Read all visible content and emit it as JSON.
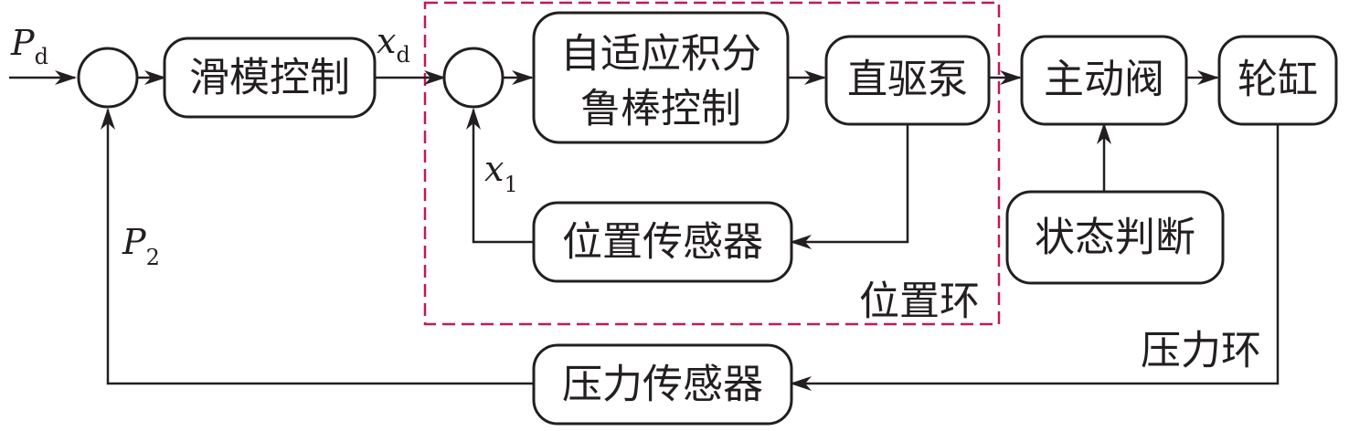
{
  "blocks": {
    "sliding_mode": "滑模控制",
    "adaptive_line1": "自适应积分",
    "adaptive_line2": "鲁棒控制",
    "direct_pump": "直驱泵",
    "active_valve": "主动阀",
    "wheel_cylinder": "轮缸",
    "position_sensor": "位置传感器",
    "state_judgment": "状态判断",
    "pressure_sensor": "压力传感器"
  },
  "signals": {
    "pd": {
      "main": "P",
      "sub": "d"
    },
    "xd": {
      "main": "x",
      "sub": "d"
    },
    "x1": {
      "main": "x",
      "sub": "1"
    },
    "p2": {
      "main": "P",
      "sub": "2"
    }
  },
  "loops": {
    "position_loop": "位置环",
    "pressure_loop": "压力环"
  },
  "colors": {
    "line": "#231f20",
    "dashed_box": "#c2185b"
  }
}
